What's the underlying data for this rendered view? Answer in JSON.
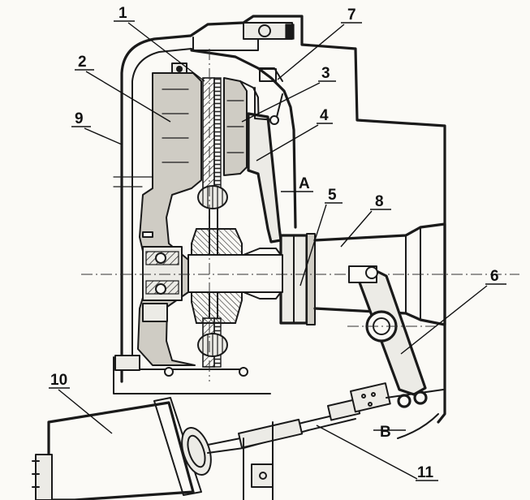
{
  "callouts": [
    {
      "id": "1",
      "text": "1"
    },
    {
      "id": "2",
      "text": "2"
    },
    {
      "id": "3",
      "text": "3"
    },
    {
      "id": "4",
      "text": "4"
    },
    {
      "id": "5",
      "text": "5"
    },
    {
      "id": "6",
      "text": "6"
    },
    {
      "id": "7",
      "text": "7"
    },
    {
      "id": "8",
      "text": "8"
    },
    {
      "id": "9",
      "text": "9"
    },
    {
      "id": "10",
      "text": "10"
    },
    {
      "id": "11",
      "text": "11"
    },
    {
      "id": "A",
      "text": "A"
    },
    {
      "id": "B",
      "text": "B"
    }
  ]
}
